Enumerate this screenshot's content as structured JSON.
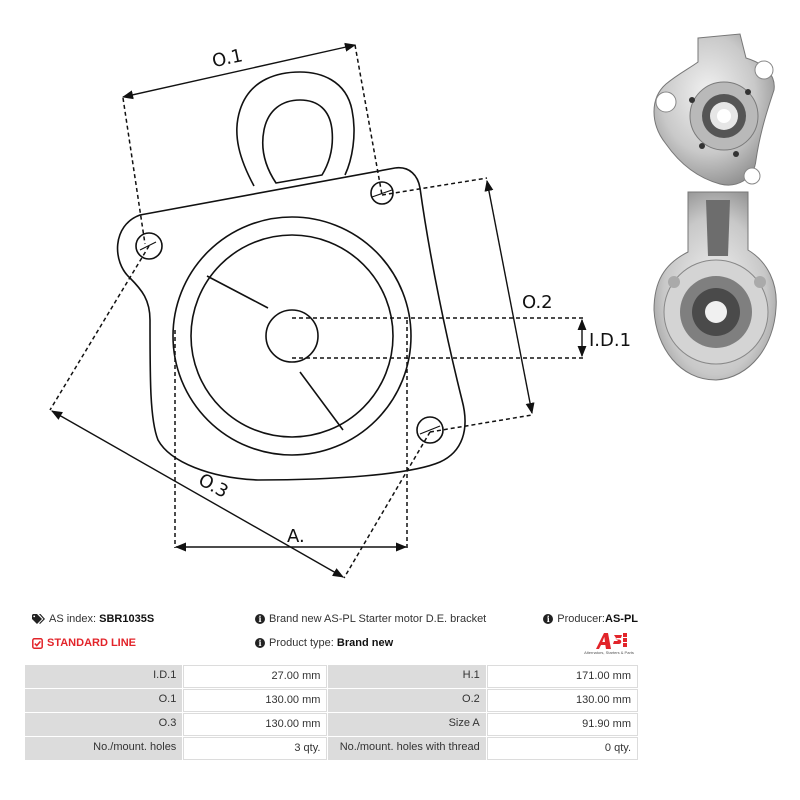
{
  "drawing": {
    "labels": {
      "o1": "O.1",
      "o2": "O.2",
      "o3": "O.3",
      "id1": "I.D.1",
      "a": "A."
    }
  },
  "info": {
    "as_index_label": "AS index:",
    "as_index_value": "SBR1035S",
    "line": "STANDARD LINE",
    "description": "Brand new AS-PL Starter motor D.E. bracket",
    "product_type_label": "Product type:",
    "product_type_value": "Brand new",
    "producer_label": "Producer:",
    "producer_value": "AS-PL"
  },
  "logo": {
    "text": "AS",
    "tagline": "Alternators, Starters & Parts",
    "color": "#e2242a"
  },
  "specs": {
    "rows": [
      {
        "k1": "I.D.1",
        "v1": "27.00 mm",
        "k2": "H.1",
        "v2": "171.00 mm"
      },
      {
        "k1": "O.1",
        "v1": "130.00 mm",
        "k2": "O.2",
        "v2": "130.00 mm"
      },
      {
        "k1": "O.3",
        "v1": "130.00 mm",
        "k2": "Size A",
        "v2": "91.90 mm"
      },
      {
        "k1": "No./mount. holes",
        "v1": "3 qty.",
        "k2": "No./mount. holes with thread",
        "v2": "0 qty."
      }
    ]
  },
  "colors": {
    "accent": "#e2242a",
    "table_key_bg": "#dcdcdc"
  }
}
